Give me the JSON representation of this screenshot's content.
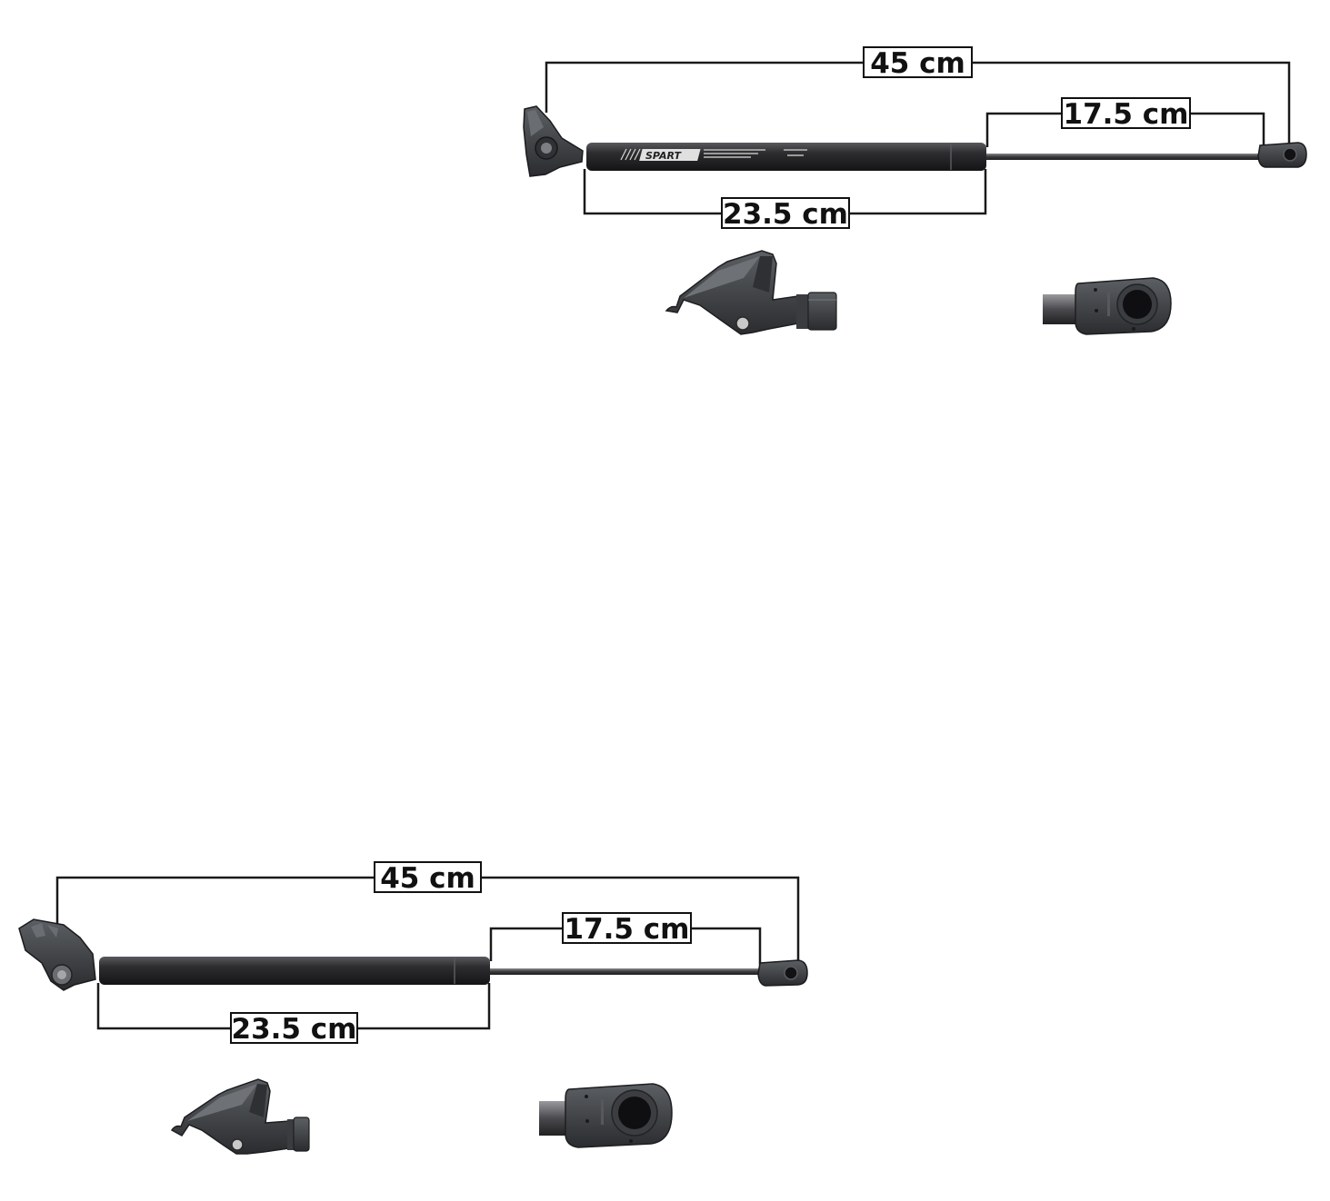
{
  "colors": {
    "background": "#ffffff",
    "line": "#1a1a1a",
    "cylinder": "#2c2c2e",
    "rod": "#3a3a3c",
    "fitting": "#3d3f42"
  },
  "diagrams": [
    {
      "name": "strut-top",
      "brand": "SPART",
      "dimensions": {
        "total": "45 cm",
        "rod": "17.5 cm",
        "cylinder": "23.5 cm"
      },
      "detail_icons": [
        "ball-socket-bracket-icon",
        "eyelet-end-fitting-icon"
      ]
    },
    {
      "name": "strut-bottom",
      "brand": "",
      "dimensions": {
        "total": "45 cm",
        "rod": "17.5 cm",
        "cylinder": "23.5 cm"
      },
      "detail_icons": [
        "ball-socket-bracket-icon",
        "eyelet-end-fitting-icon"
      ]
    }
  ]
}
